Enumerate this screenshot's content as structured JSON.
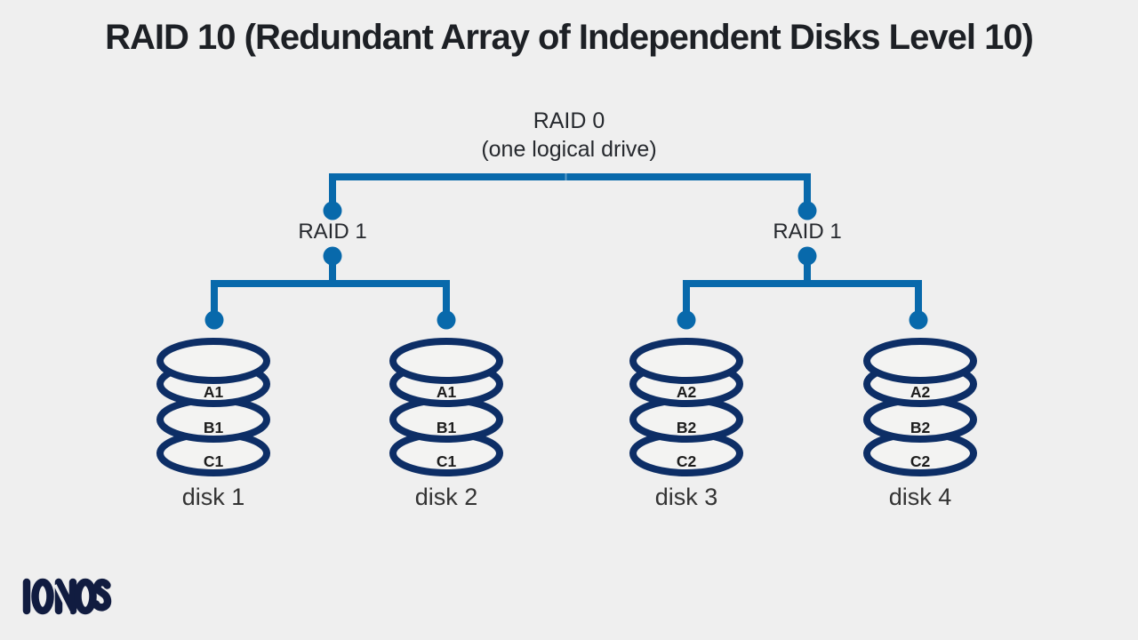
{
  "title": "RAID 10 (Redundant Array of Independent Disks Level 10)",
  "tree": {
    "root_label_line1": "RAID 0",
    "root_label_line2": "(one logical drive)",
    "left_group_label": "RAID 1",
    "right_group_label": "RAID 1"
  },
  "disks": [
    {
      "name": "disk 1",
      "blocks": [
        "A1",
        "B1",
        "C1"
      ]
    },
    {
      "name": "disk 2",
      "blocks": [
        "A1",
        "B1",
        "C1"
      ]
    },
    {
      "name": "disk 3",
      "blocks": [
        "A2",
        "B2",
        "C2"
      ]
    },
    {
      "name": "disk 4",
      "blocks": [
        "A2",
        "B2",
        "C2"
      ]
    }
  ],
  "logo": {
    "brand": "IONOS"
  },
  "colors": {
    "background": "#efefef",
    "connector_blue": "#0869ab",
    "disk_outline_navy": "#0d2e66",
    "disk_fill": "#f3f3f2",
    "logo_navy": "#111c40",
    "title_text": "#1d2025",
    "label_text": "#26292e"
  }
}
